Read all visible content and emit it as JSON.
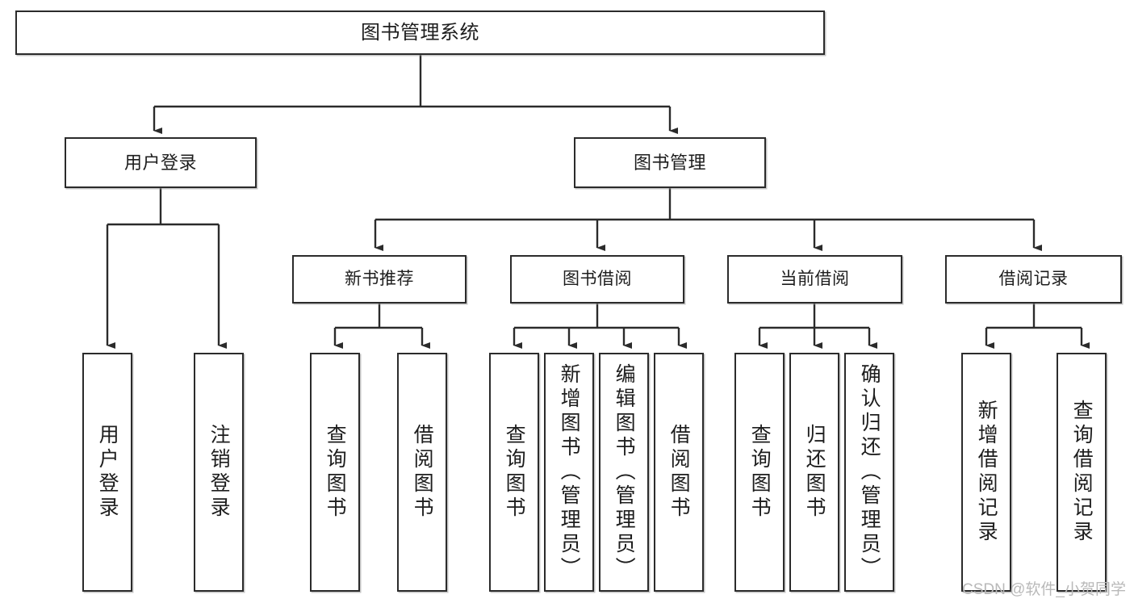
{
  "diagram": {
    "title": "图书管理系统",
    "type": "functional-structure-tree",
    "stroke_color": "#2b2b2b",
    "fill_color": "#ffffff",
    "text_color": "#1d1d1d"
  },
  "nodes": {
    "root": {
      "label": "图书管理系统"
    },
    "level1": [
      {
        "id": "user-login",
        "label": "用户登录"
      },
      {
        "id": "book-manage",
        "label": "图书管理"
      }
    ],
    "level2": [
      {
        "id": "new-book-recommend",
        "label": "新书推荐"
      },
      {
        "id": "book-borrow",
        "label": "图书借阅"
      },
      {
        "id": "current-borrow",
        "label": "当前借阅"
      },
      {
        "id": "borrow-record",
        "label": "借阅记录"
      }
    ],
    "leaves": {
      "user_login": [
        {
          "id": "leaf-user-login",
          "label": "用户登录"
        },
        {
          "id": "leaf-logout-login",
          "label": "注销登录"
        }
      ],
      "new_book_recommend": [
        {
          "id": "leaf-query-book-1",
          "label": "查询图书"
        },
        {
          "id": "leaf-borrow-book-1",
          "label": "借阅图书"
        }
      ],
      "book_borrow": [
        {
          "id": "leaf-query-book-2",
          "label": "查询图书"
        },
        {
          "id": "leaf-add-book",
          "label": "新增图书（管理员）"
        },
        {
          "id": "leaf-edit-book",
          "label": "编辑图书（管理员）"
        },
        {
          "id": "leaf-borrow-book-2",
          "label": "借阅图书"
        }
      ],
      "current_borrow": [
        {
          "id": "leaf-query-book-3",
          "label": "查询图书"
        },
        {
          "id": "leaf-return-book",
          "label": "归还图书"
        },
        {
          "id": "leaf-confirm-return",
          "label": "确认归还（管理员）"
        }
      ],
      "borrow_record": [
        {
          "id": "leaf-add-borrow-record",
          "label": "新增借阅记录"
        },
        {
          "id": "leaf-query-borrow-record",
          "label": "查询借阅记录"
        }
      ]
    }
  },
  "watermark": {
    "text": "CSDN @软件_小贺同学"
  }
}
